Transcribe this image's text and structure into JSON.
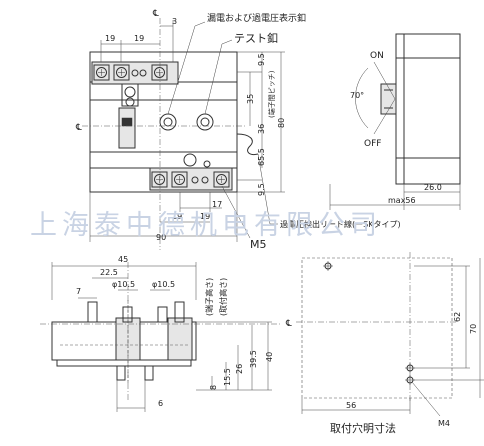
{
  "labels": {
    "callout_leak_indicator": "漏電および過電圧表示釦",
    "callout_test_button": "テスト釦",
    "callout_lead": "過電圧検出リード線(ーSKタイプ)",
    "screw_m5": "M5",
    "screw_m4": "M4",
    "mounting_title": "取付穴明寸法",
    "lever_on": "ON",
    "lever_off": "OFF",
    "lever_angle": "70°",
    "terminal_height": "(端子高さ)",
    "mounting_height": "(取付高さ)",
    "terminal_pitch_note": "(端子間ピッチ)",
    "watermark": "上海泰中德机电有限公司"
  },
  "dimensions": {
    "front_top_19a": "19",
    "front_top_19b": "19",
    "front_top_3": "3",
    "front_right_9_5": "9.5",
    "front_right_35": "35",
    "front_right_36": "36",
    "front_right_80": "80",
    "front_right_65_5": "65.5",
    "front_right_9_5b": "9.5",
    "front_bottom_17": "17",
    "front_bottom_19a": "19",
    "front_bottom_19b": "19",
    "front_bottom_90": "90",
    "side_26": "26.0",
    "side_max56": "max56",
    "bottom_45": "45",
    "bottom_22_5": "22.5",
    "bottom_phi_a": "φ10.5",
    "bottom_phi_b": "φ10.5",
    "bottom_7": "7",
    "bottom_h_40": "40",
    "bottom_h_39_5": "39.5",
    "bottom_h_26": "26",
    "bottom_h_15_5": "15.5",
    "bottom_h_8": "8",
    "bottom_6": "6",
    "mount_62": "62",
    "mount_70": "70",
    "mount_56": "56"
  },
  "symbols": {
    "centerline_mark": "℄"
  }
}
